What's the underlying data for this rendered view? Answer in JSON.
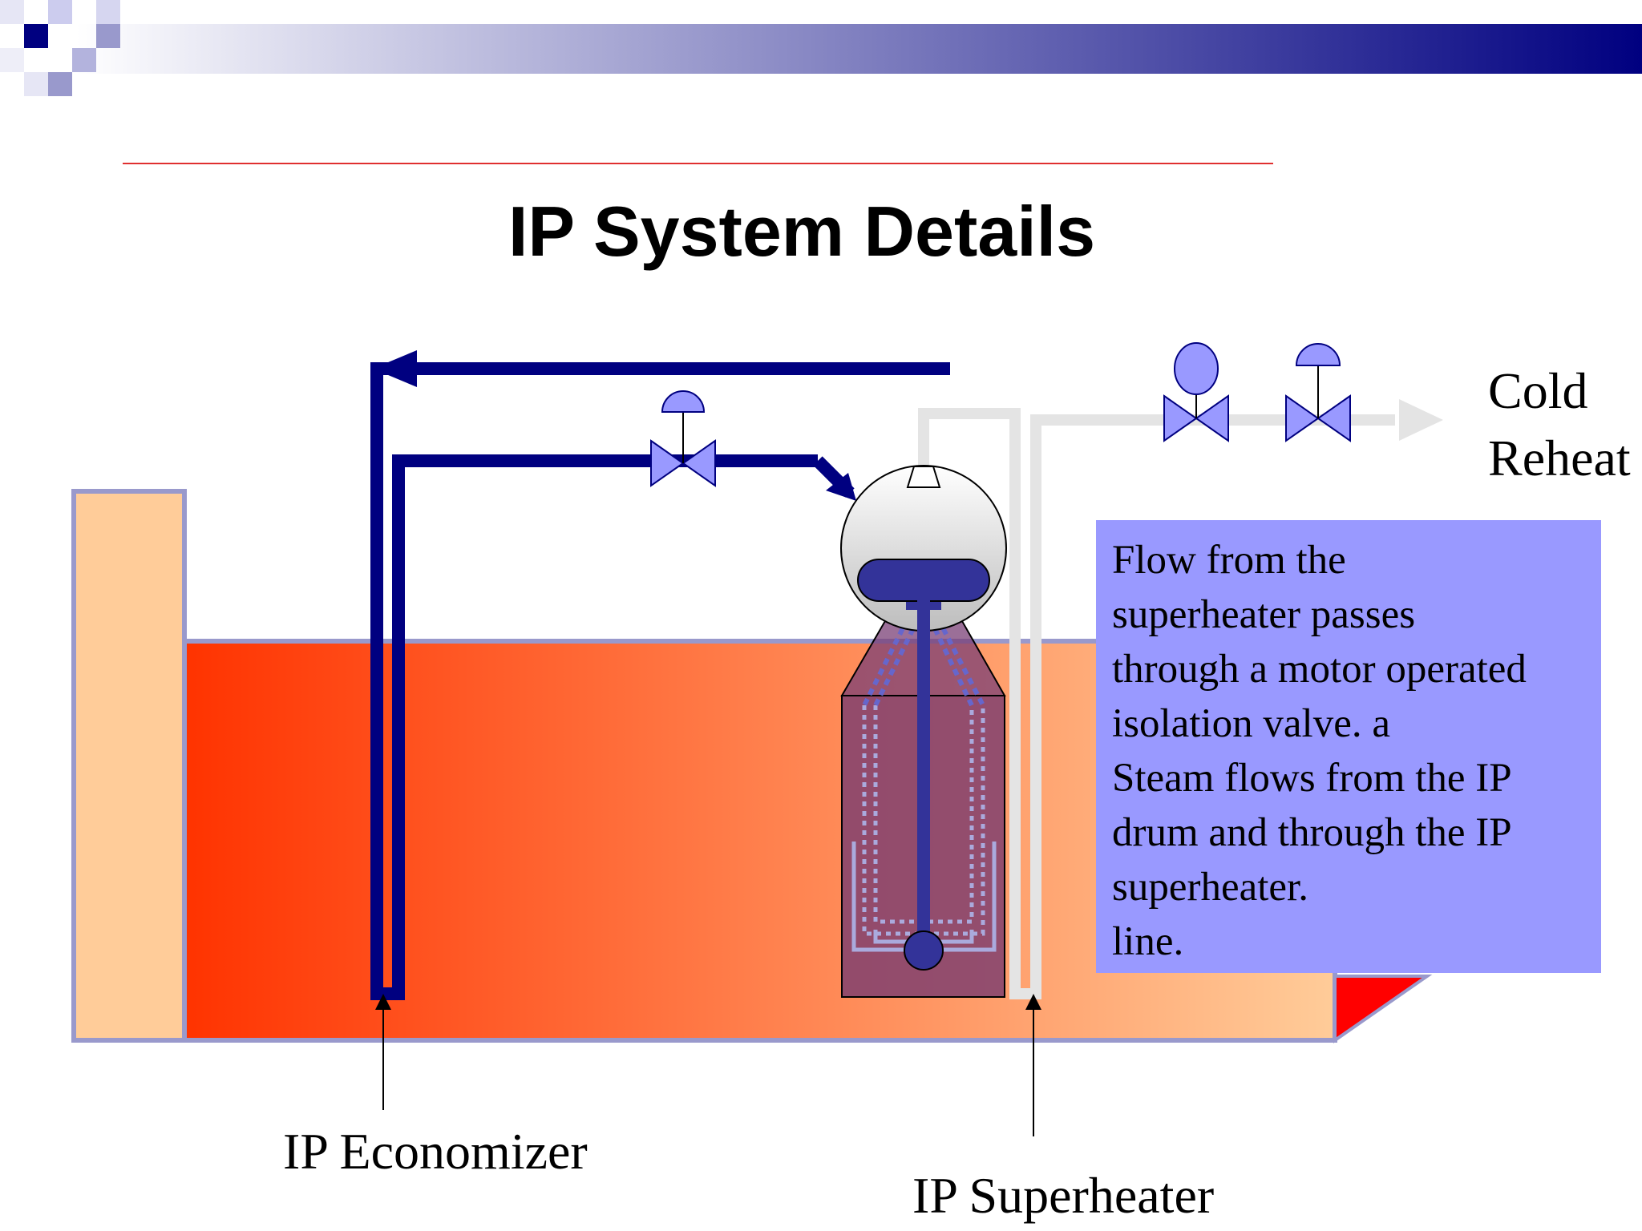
{
  "slide": {
    "title": "IP System Details"
  },
  "labels": {
    "cold_reheat_line1": "Cold",
    "cold_reheat_line2": "Reheat",
    "economizer": "IP Economizer",
    "superheater": "IP Superheater"
  },
  "note": {
    "lines": [
      "Flow from the",
      "superheater passes",
      "through a motor operated",
      "isolation valve. a",
      "Steam flows from the IP",
      "drum and through the IP",
      "superheater.",
      "line."
    ],
    "background": "#9999ff"
  },
  "colors": {
    "header_bar_dark": "#000080",
    "rule": "#e03030",
    "feedwater_pipe": "#000080",
    "steam_pipe": "#e4e4e4",
    "valve": "#9999ff",
    "hrsg_hot": "#ff3300",
    "hrsg_cool": "#ffcc99",
    "stack": "#ffcc99"
  }
}
